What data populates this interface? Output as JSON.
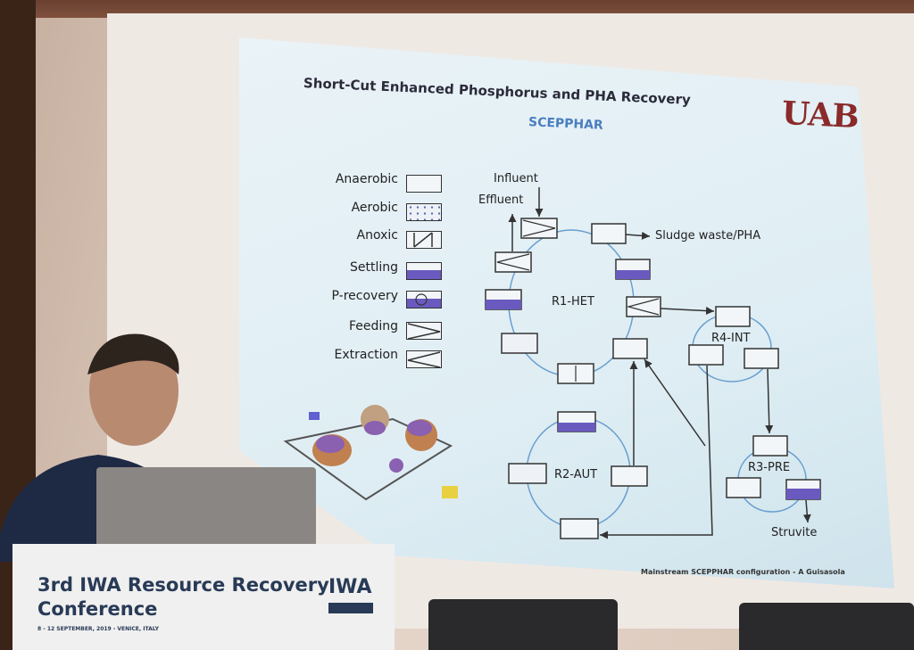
{
  "slide": {
    "title_line1": "Short-Cut Enhanced Phosphorus and PHA Recovery",
    "title_line2": "SCEPPHAR",
    "logo": "UAB",
    "footer": "Mainstream SCEPPHAR configuration - A Guisasola"
  },
  "legend": [
    {
      "label": "Anaerobic"
    },
    {
      "label": "Aerobic"
    },
    {
      "label": "Anoxic"
    },
    {
      "label": "Settling"
    },
    {
      "label": "P-recovery"
    },
    {
      "label": "Feeding"
    },
    {
      "label": "Extraction"
    }
  ],
  "diagram": {
    "influent": "Influent",
    "effluent": "Effluent",
    "sludge": "Sludge waste/PHA",
    "r1": "R1-HET",
    "r2": "R2-AUT",
    "r3": "R3-PRE",
    "r4": "R4-INT",
    "struvite": "Struvite"
  },
  "podium": {
    "line1": "3rd IWA Resource Recovery",
    "line2": "Conference",
    "line3": "8 - 12 SEPTEMBER, 2019 - VENICE, ITALY",
    "logo": "IWA"
  },
  "colors": {
    "slide_bg": "#dfeef4",
    "settling_fill": "#6a5ac0",
    "arrow_blue": "#6a9fd0",
    "podium_text": "#283a56"
  }
}
